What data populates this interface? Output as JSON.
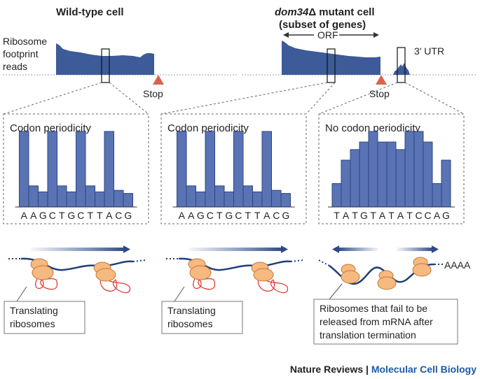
{
  "headings": {
    "wild_type": "Wild-type cell",
    "mutant_gene": "dom34",
    "mutant_delta": "Δ",
    "mutant_rest": " mutant cell",
    "mutant_sub": "(subset of genes)"
  },
  "track": {
    "label_lines": [
      "Ribosome",
      "footprint",
      "reads"
    ],
    "stop_label": "Stop",
    "orf_label": "ORF",
    "utr_label": "3′ UTR"
  },
  "panels": [
    {
      "title": "Codon periodicity",
      "sequence": [
        "A",
        "A",
        "G",
        "C",
        "T",
        "G",
        "C",
        "T",
        "T",
        "A",
        "C",
        "G"
      ],
      "bar_values": [
        1.0,
        0.28,
        0.2,
        1.0,
        0.28,
        0.2,
        1.0,
        0.28,
        0.2,
        1.0,
        0.22,
        0.18
      ]
    },
    {
      "title": "Codon periodicity",
      "sequence": [
        "A",
        "A",
        "G",
        "C",
        "T",
        "G",
        "C",
        "T",
        "T",
        "A",
        "C",
        "G"
      ],
      "bar_values": [
        1.0,
        0.28,
        0.2,
        1.0,
        0.28,
        0.2,
        1.0,
        0.28,
        0.2,
        1.0,
        0.22,
        0.18
      ]
    },
    {
      "title": "No codon periodicity",
      "sequence": [
        "T",
        "A",
        "T",
        "G",
        "T",
        "A",
        "T",
        "A",
        "T",
        "C",
        "C",
        "A",
        "G"
      ],
      "bar_values": [
        0.31,
        0.62,
        0.76,
        0.86,
        1.0,
        0.86,
        0.86,
        0.76,
        1.0,
        1.0,
        0.86,
        0.31,
        0.62
      ]
    }
  ],
  "callouts": {
    "translating_1": [
      "Translating",
      "ribosomes"
    ],
    "translating_2": [
      "Translating",
      "ribosomes"
    ],
    "stalled": [
      "Ribosomes that fail to be",
      "released from mRNA after",
      "translation termination"
    ]
  },
  "poly_a": "AAAA",
  "footer": {
    "journal": "Nature Reviews",
    "separator": " | ",
    "section": "Molecular Cell Biology"
  },
  "colors": {
    "footprint_blue": "#3d5a99",
    "bar_blue": "#5a73b5",
    "stop_marker": "#d9644a",
    "ribosome": "#f6b97f",
    "nascent_chain": "#e0302a",
    "mrna": "#1f3f7a"
  }
}
